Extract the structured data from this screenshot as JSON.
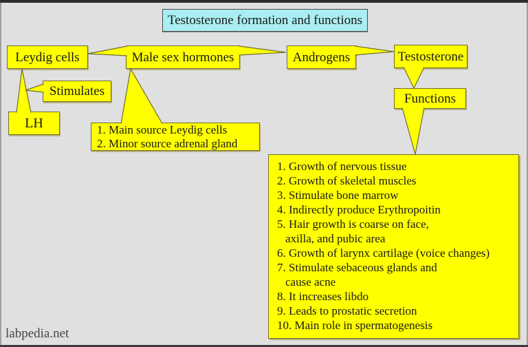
{
  "title": "Testosterone formation and functions",
  "colors": {
    "background": "#e0e0e0",
    "node_fill": "#ffff00",
    "node_border": "#6e6e32",
    "title_fill": "#a9eef2"
  },
  "nodes": {
    "leydig": "Leydig cells",
    "male_sex_hormones": "Male sex hormones",
    "androgens": "Androgens",
    "testosterone": "Testosterone",
    "stimulates": "Stimulates",
    "lh": "LH",
    "functions": "Functions"
  },
  "sources_box": {
    "lines": [
      "1. Main source Leydig cells",
      "2. Minor source adrenal gland"
    ]
  },
  "functions_box": {
    "lines": [
      "1. Growth of nervous tissue",
      "2. Growth of skeletal muscles",
      "3. Stimulate bone marrow",
      "4. Indirectly produce Erythropoitin",
      "5. Hair growth is coarse on face,",
      "axilla, and pubic area",
      "6. Growth of larynx cartilage (voice changes)",
      "7.  Stimulate sebaceous glands and",
      "cause acne",
      "8. It increases libdo",
      "9. Leads to prostatic secretion",
      "10.  Main role in spermatogenesis"
    ]
  },
  "watermark": "labpedia.net"
}
